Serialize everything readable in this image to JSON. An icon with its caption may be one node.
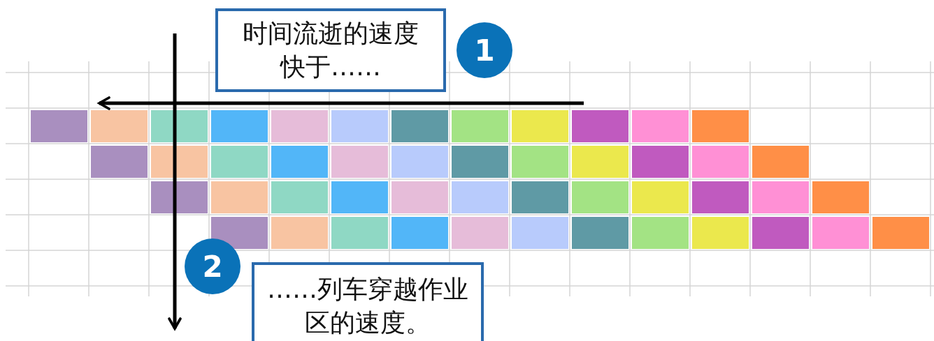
{
  "diagram": {
    "nodes": [
      {
        "text": [
          "时间流逝的速度快于……"
        ]
      },
      {
        "text": [
          "1"
        ]
      },
      {
        "text": [
          "2"
        ]
      },
      {
        "text": [
          "……列车穿越作业区的速度。"
        ]
      }
    ],
    "edges": []
  }
}
